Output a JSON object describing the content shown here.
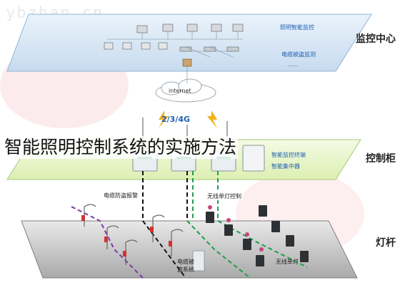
{
  "watermark": "ybzhan.cn",
  "overlay_title": "智能照明控制系统的实施方法",
  "layers": {
    "monitor": "监控中心",
    "control": "控制柜",
    "lamp": "灯杆"
  },
  "monitor_layer": {
    "tag_top": "照明智能监控",
    "tag_mid": "电缆被盗监测",
    "dots": "......"
  },
  "network": {
    "cloud": "internet",
    "protocol": "2/3/4G"
  },
  "control_layer": {
    "tag1": "智能监控终端",
    "tag2": "智能集中器"
  },
  "lamp_layer": {
    "tag_cable": "电缆防盗报警",
    "tag_single": "无线单灯控制",
    "tag_bottom1": "电缆被",
    "tag_bottom2": "盗系统",
    "tag_single_box": "无线单灯"
  }
}
